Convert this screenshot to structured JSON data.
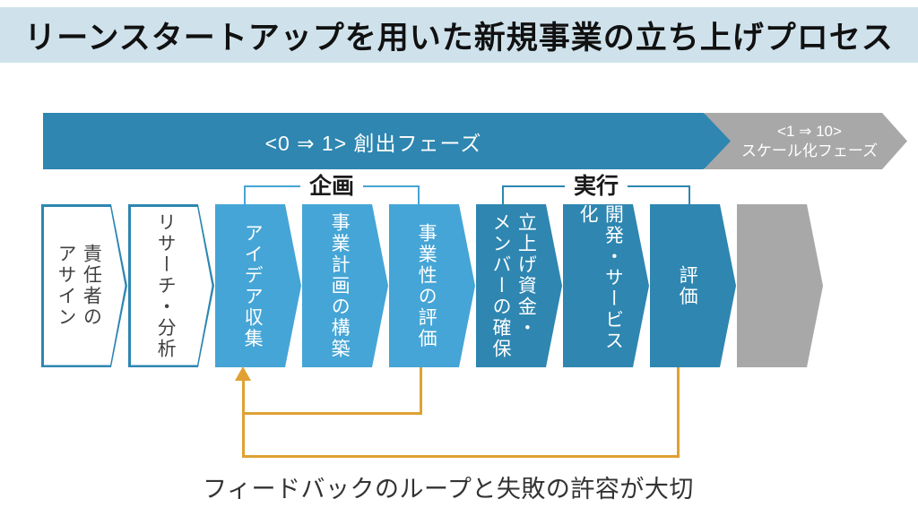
{
  "title": "リーンスタートアップを用いた新規事業の立ち上げプロセス",
  "phases": {
    "creation": {
      "label": "<0 ⇒ 1> 創出フェーズ",
      "color": "#2E86B1"
    },
    "scale": {
      "label_line1": "<1 ⇒ 10>",
      "label_line2": "スケール化フェーズ",
      "color": "#A8A8A8"
    }
  },
  "groups": {
    "planning": {
      "label": "企画"
    },
    "execution": {
      "label": "実行"
    }
  },
  "steps": [
    {
      "label": "責任者の\nアサイン",
      "style": "outline"
    },
    {
      "label": "リサーチ・分析",
      "style": "outline"
    },
    {
      "label": "アイデア収集",
      "style": "light"
    },
    {
      "label": "事業計画の構築",
      "style": "light"
    },
    {
      "label": "事業性の評価",
      "style": "light"
    },
    {
      "label": "立上げ資金・\nメンバーの確保",
      "style": "dark"
    },
    {
      "label": "開発・サービス化",
      "style": "dark"
    },
    {
      "label": "評価",
      "style": "dark"
    },
    {
      "label": "",
      "style": "gray"
    }
  ],
  "caption": "フィードバックのループと失敗の許容が大切",
  "colors": {
    "teal": "#2E86B1",
    "light-blue": "#45A5D6",
    "gray": "#A8A8A8",
    "title-bg": "#CFE2EC",
    "orange": "#E0A132"
  }
}
